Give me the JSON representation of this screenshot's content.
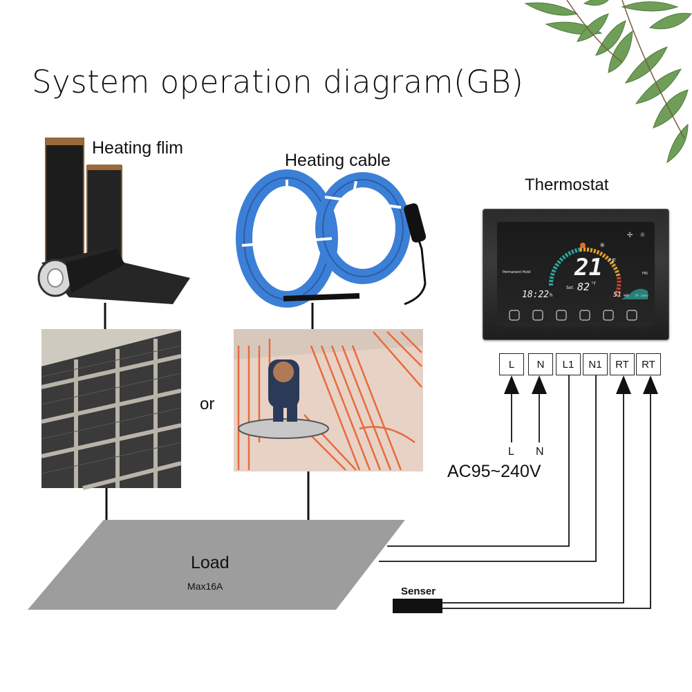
{
  "title": "System operation diagram(GB)",
  "heating_film": {
    "label": "Heating flim"
  },
  "heating_cable": {
    "label": "Heating cable"
  },
  "thermostat": {
    "label": "Thermostat",
    "display": {
      "mode": "Permanent Hold",
      "day": "FRI",
      "temperature": "21",
      "temp_unit": "°F",
      "set_label": "Set",
      "set_value": "82",
      "set_unit": "°F",
      "time": "18:22",
      "time_unit": "h",
      "humidity": "51",
      "humidity_unit": "%RH",
      "uv_label": "UV index"
    }
  },
  "or_label": "or",
  "terminals": [
    "L",
    "N",
    "L1",
    "N1",
    "RT",
    "RT"
  ],
  "power": {
    "l_label": "L",
    "n_label": "N",
    "voltage": "AC95~240V"
  },
  "load": {
    "label": "Load",
    "max": "Max16A"
  },
  "sensor": {
    "label": "Senser"
  },
  "colors": {
    "load_fill": "#9d9d9d",
    "cable_blue": "#3c7fd6",
    "film_dark": "#1c1c1c",
    "heating_orange": "#e86a3a",
    "leaf_green": "#5f8f4a"
  }
}
